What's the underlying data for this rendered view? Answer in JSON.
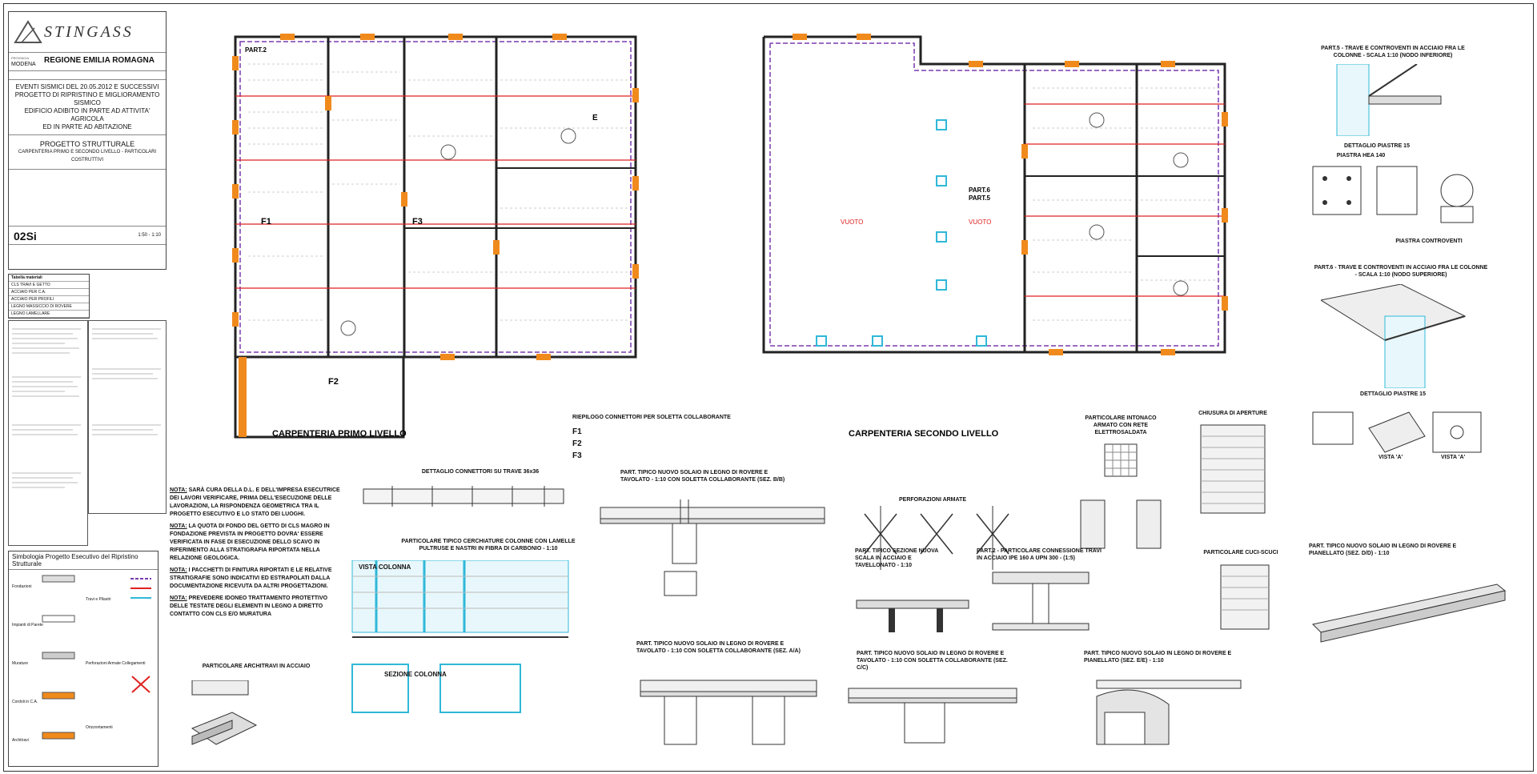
{
  "title_block": {
    "company": "STINGASS",
    "province_label": "PROVINCIA",
    "province": "MODENA",
    "region": "REGIONE EMILIA ROMAGNA",
    "project_lines": [
      "EVENTI SISMICI DEL 20.05.2012 E SUCCESSIVI",
      "PROGETTO DI RIPRISTINO E MIGLIORAMENTO SISMICO",
      "EDIFICIO ADIBITO IN PARTE AD ATTIVITA' AGRICOLA",
      "ED IN PARTE AD ABITAZIONE"
    ],
    "section": "PROGETTO STRUTTURALE",
    "subject": "CARPENTERIA PRIMO E SECONDO LIVELLO - PARTICOLARI COSTRUTTIVI",
    "code": "02Si",
    "scale": "1:50 - 1:10"
  },
  "materials": {
    "title": "Tabella materiali",
    "rows": [
      "CLS TRAVI E GETTO",
      "ACCIAIO PER C.A.",
      "ACCIAIO PER PROFILI",
      "LEGNO MASSICCIO DI ROVERE",
      "LEGNO LAMELLARE"
    ]
  },
  "legend": {
    "title": "Simbologia Progetto Esecutivo del Ripristino Strutturale",
    "groups_left": [
      "Fondazioni",
      "Impianti di Parete",
      "Murature",
      "Cordoli in C.A.",
      "Architravi"
    ],
    "groups_right": [
      "Travi e Pilastri",
      "Perforazioni Armate Collegamenti",
      "Orizzontamenti"
    ]
  },
  "plans": {
    "first": "CARPENTERIA PRIMO LIVELLO",
    "second": "CARPENTERIA SECONDO LIVELLO",
    "part_labels": [
      "PART.2",
      "PART.6",
      "PART.5"
    ],
    "void_labels": [
      "VUOTO",
      "VUOTO"
    ],
    "floor_codes": [
      "F1",
      "F2",
      "F3",
      "E"
    ]
  },
  "connectors": {
    "title": "RIEPILOGO CONNETTORI PER SOLETTA COLLABORANTE",
    "items": [
      "F1",
      "F2",
      "F3"
    ]
  },
  "notes": [
    {
      "key": "NOTA:",
      "text": "SARÀ CURA DELLA D.L. E DELL'IMPRESA ESECUTRICE DEI LAVORI VERIFICARE, PRIMA DELL'ESECUZIONE DELLE LAVORAZIONI, LA RISPONDENZA GEOMETRICA TRA IL PROGETTO ESECUTIVO E LO STATO DEI LUOGHI."
    },
    {
      "key": "NOTA:",
      "text": "LA QUOTA DI FONDO DEL GETTO DI CLS MAGRO IN FONDAZIONE PREVISTA IN PROGETTO DOVRA' ESSERE VERIFICATA IN FASE DI ESECUZIONE DELLO SCAVO IN RIFERIMENTO ALLA STRATIGRAFIA RIPORTATA NELLA RELAZIONE GEOLOGICA."
    },
    {
      "key": "NOTA:",
      "text": "I PACCHETTI DI FINITURA RIPORTATI E LE RELATIVE STRATIGRAFIE SONO INDICATIVI ED ESTRAPOLATI DALLA DOCUMENTAZIONE RICEVUTA DA ALTRI PROGETTAZIONI."
    },
    {
      "key": "NOTA:",
      "text": "PREVEDERE IDONEO TRATTAMENTO PROTETTIVO DELLE TESTATE DEGLI ELEMENTI IN LEGNO A DIRETTO CONTATTO CON CLS E/O MURATURA"
    }
  ],
  "details": {
    "connectors_on_beam": "DETTAGLIO CONNETTORI SU TRAVE 36x36",
    "column_wrap": "PARTICOLARE TIPICO CERCHIATURE COLONNE CON LAMELLE PULTRUSE E NASTRI IN FIBRA DI CARBONIO - 1:10",
    "column_view": "VISTA COLONNA",
    "column_section": "SEZIONE COLONNA",
    "steel_lintel": "PARTICOLARE ARCHITRAVI IN ACCIAIO",
    "floor_b": "PART. TIPICO NUOVO SOLAIO IN LEGNO DI ROVERE E TAVOLATO - 1:10 CON SOLETTA COLLABORANTE (SEZ. B/B)",
    "floor_a": "PART. TIPICO NUOVO SOLAIO IN LEGNO DI ROVERE E TAVOLATO - 1:10 CON SOLETTA COLLABORANTE (SEZ. A/A)",
    "floor_c": "PART. TIPICO NUOVO SOLAIO IN LEGNO DI ROVERE E TAVOLATO - 1:10 CON SOLETTA COLLABORANTE (SEZ. C/C)",
    "floor_d": "PART. TIPICO NUOVO SOLAIO IN LEGNO DI ROVERE E PIANELLATO (SEZ. D/D) - 1:10",
    "floor_e": "PART. TIPICO NUOVO SOLAIO IN LEGNO DI ROVERE E PIANELLATO (SEZ. E/E) - 1:10",
    "perforations": "PERFORAZIONI ARMATE",
    "plaster": "PARTICOLARE INTONACO ARMATO CON RETE ELETTROSALDATA",
    "openings": "CHIUSURA DI APERTURE",
    "steel_slab": "PART. TIPICO SEZIONE NUOVA SCALA IN ACCIAIO E TAVELLONATO - 1:10",
    "part2": "PART.2 - PARTICOLARE CONNESSIONE TRAVI IN ACCIAIO IPE 160 A UPN 300 - (1:5)",
    "curb": "PARTICOLARE CUCI-SCUCI",
    "part5": "PART.5 - TRAVE E CONTROVENTI IN ACCIAIO FRA LE COLONNE - SCALA 1:10 (NODO INFERIORE)",
    "plate15": "DETTAGLIO PIASTRE 15",
    "hea140": "PIASTRA HEA 140",
    "bracing_plate": "PIASTRA CONTROVENTI",
    "part6": "PART.6 - TRAVE E CONTROVENTI IN ACCIAIO FRA LE COLONNE - SCALA 1:10 (NODO SUPERIORE)",
    "plate15b": "DETTAGLIO PIASTRE 15",
    "view_a1": "VISTA 'A'",
    "view_a2": "VISTA 'A'"
  },
  "colors": {
    "orange": "#f08a1c",
    "cyan": "#2fb8d8",
    "red": "#e02020",
    "purple": "#7a3ab0"
  }
}
